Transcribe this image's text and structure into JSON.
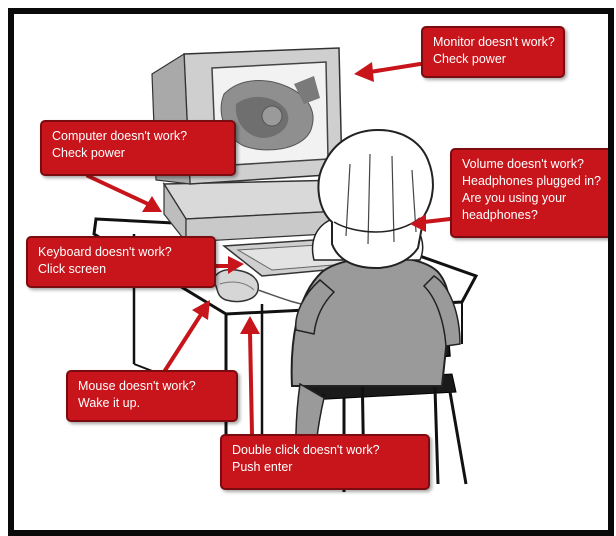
{
  "callouts": {
    "monitor": {
      "line1": "Monitor doesn't work?",
      "line2": "Check power"
    },
    "computer": {
      "line1": "Computer doesn't work?",
      "line2": "Check power"
    },
    "volume": {
      "line1": "Volume doesn't work?",
      "line2": "Headphones plugged in?",
      "line3": "Are you using your",
      "line4": "headphones?"
    },
    "keyboard": {
      "line1": "Keyboard doesn't work?",
      "line2": "Click screen"
    },
    "mouse": {
      "line1": "Mouse doesn't work?",
      "line2": "Wake it up."
    },
    "doubleclick": {
      "line1": "Double click doesn't work?",
      "line2": "Push enter"
    }
  },
  "colors": {
    "callout_fill": "#c8151b",
    "callout_border": "#7a0c10",
    "arrow": "#c8151b",
    "frame": "#0a0a0a"
  }
}
